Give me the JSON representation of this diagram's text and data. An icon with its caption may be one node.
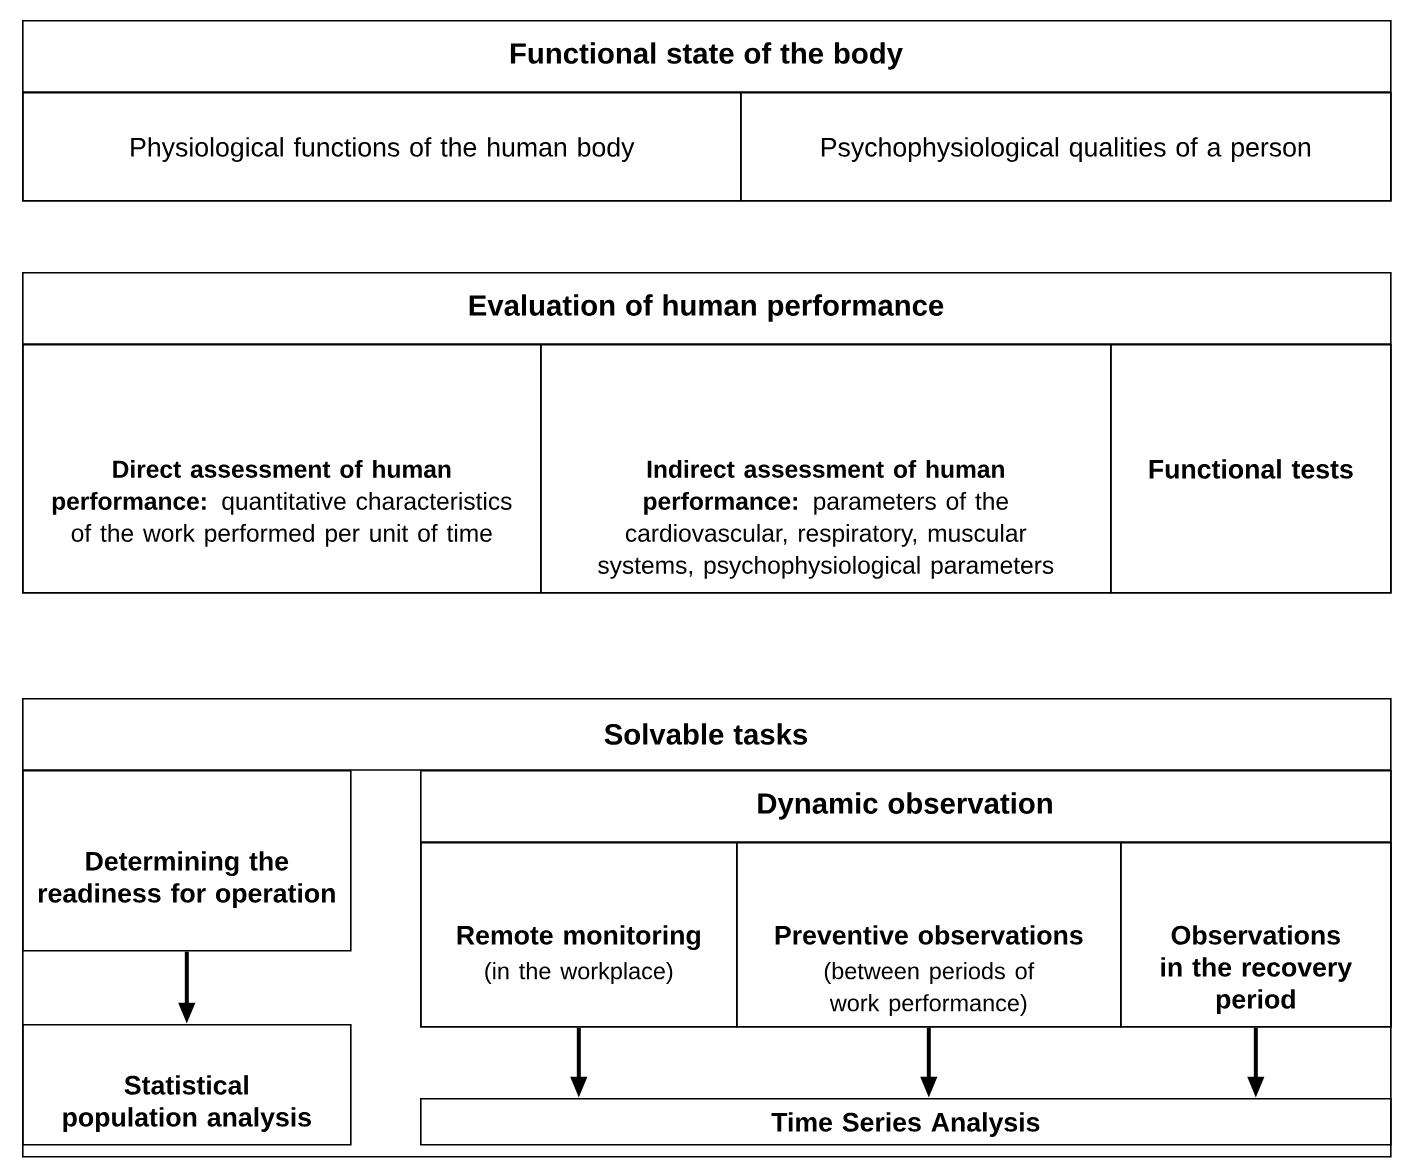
{
  "diagram": {
    "nodes": [
      {
        "text": [
          "Functional state of the body"
        ]
      },
      {
        "text": [
          "Physiological functions of the human body"
        ],
        "in": 0
      },
      {
        "text": [
          "Psychophysiological qualities of a person"
        ],
        "in": 0
      },
      {
        "text": [
          "Evaluation of human performance"
        ]
      },
      {
        "text": [
          "**Direct assessment of human performance:** quantitative characteristics of the work performed per unit of time"
        ],
        "in": 3
      },
      {
        "text": [
          "**Indirect assessment of human performance:** parameters of the cardiovascular, respiratory, muscular systems, psychophysiological parameters"
        ],
        "in": 3
      },
      {
        "text": [
          "Functional tests"
        ],
        "in": 3
      },
      {
        "text": [
          "Solvable tasks"
        ]
      },
      {
        "text": [
          "Determining the readiness for operation"
        ],
        "in": 7
      },
      {
        "text": [
          "Statistical population analysis"
        ],
        "in": 7
      },
      {
        "text": [
          "Dynamic observation"
        ],
        "in": 7
      },
      {
        "text": [
          "Remote monitoring",
          "(in the workplace)"
        ],
        "in": 10
      },
      {
        "text": [
          "Preventive observations",
          "(between periods of work performance)"
        ],
        "in": 10
      },
      {
        "text": [
          "Observations in the recovery period"
        ],
        "in": 10
      },
      {
        "text": [
          "Time Series Analysis"
        ],
        "in": 7
      }
    ],
    "edges": [
      {
        "from": 8,
        "to": 9,
        "arrow": "to"
      },
      {
        "from": 11,
        "to": 14,
        "arrow": "to"
      },
      {
        "from": 12,
        "to": 14,
        "arrow": "to"
      },
      {
        "from": 13,
        "to": 14,
        "arrow": "to"
      }
    ]
  }
}
